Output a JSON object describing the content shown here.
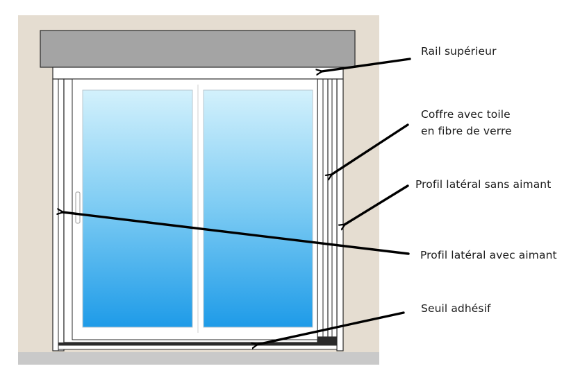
{
  "labels": {
    "rail_superieur": "Rail supérieur",
    "coffre_line1": "Coffre avec toile",
    "coffre_line2": "en fibre de verre",
    "profil_sans_aimant": "Profil latéral sans aimant",
    "profil_avec_aimant": "Profil latéral avec aimant",
    "seuil_adhesif": "Seuil adhésif"
  },
  "colors": {
    "wall": "#e5ddd1",
    "floor": "#c9c9c9",
    "box": "#a4a4a4",
    "frame": "#ffffff",
    "outline": "#2a2a2a",
    "glass_top": "#d3f1fc",
    "glass_bottom": "#1e9be8",
    "arrow": "#000000"
  }
}
